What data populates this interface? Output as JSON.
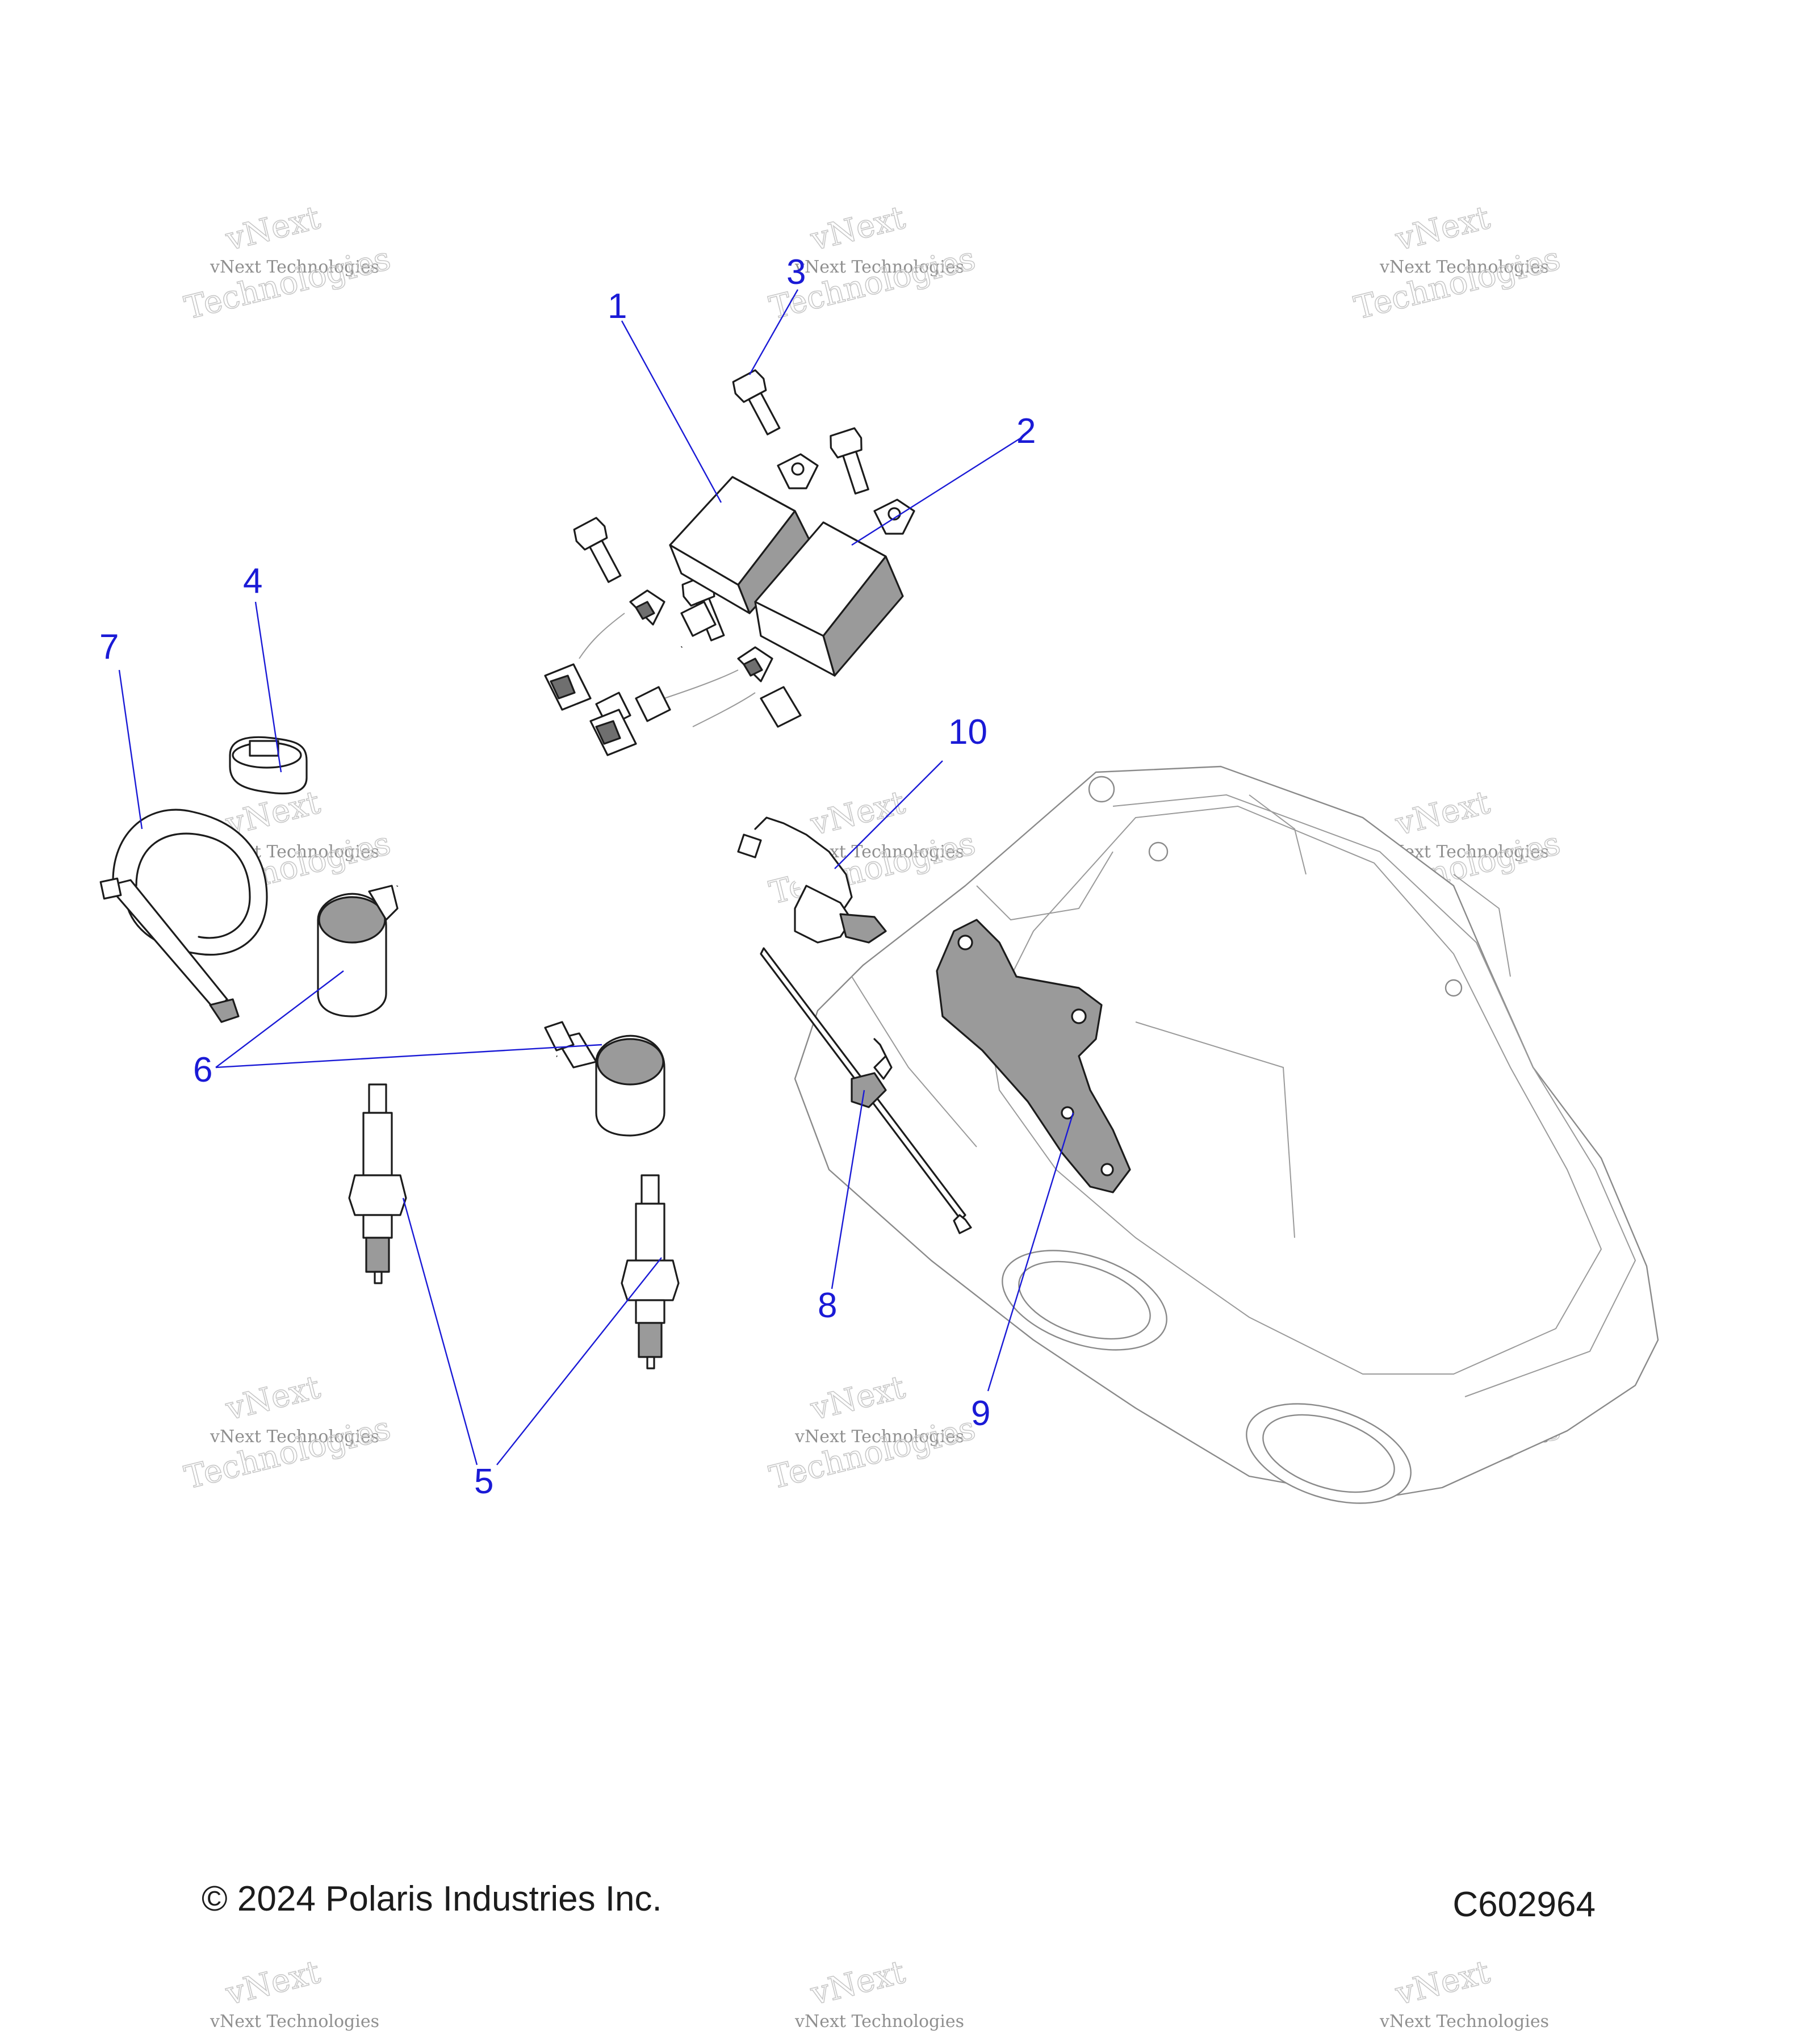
{
  "callouts": {
    "c1": "1",
    "c2": "2",
    "c3": "3",
    "c4": "4",
    "c5": "5",
    "c6": "6",
    "c7": "7",
    "c8": "8",
    "c9": "9",
    "c10": "10"
  },
  "watermark": {
    "line1": "vNext",
    "line2": "vNext Technologies",
    "line3": "Technologies"
  },
  "footer": {
    "copyright": "© 2024 Polaris Industries Inc.",
    "diagram_code": "C602964"
  },
  "colors": {
    "callout": "#1a1ad6",
    "outline": "#1c1c1c",
    "shade": "#9a9a9a",
    "watermark": "#8f8f8f"
  }
}
